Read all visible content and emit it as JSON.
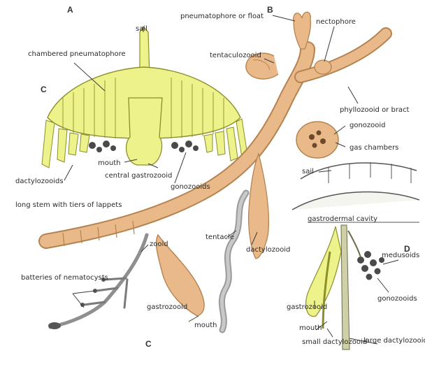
{
  "colors": {
    "tan_fill": "#e9b98a",
    "tan_stroke": "#b4834f",
    "yellow_fill": "#eef28a",
    "yellow_stroke": "#8a8f2a",
    "ink": "#3a3a3a",
    "dark_stalk": "#8f8f8f"
  },
  "panels": {
    "a": "A",
    "b": "B",
    "c_upper": "C",
    "c_lower": "C",
    "d": "D"
  },
  "labels": {
    "sail_top": "sail",
    "chambered_pneumatophore": "chambered pneumatophore",
    "pneumatophore_float": "pneumatophore or float",
    "nectophore": "nectophore",
    "tentaculozooid": "tentaculozooid",
    "phyllozooid_bract": "phyllozooid or bract",
    "gonozooid_b": "gonozooid",
    "gas_chambers": "gas chambers",
    "sail_d": "sail",
    "dactylozooids_a": "dactylozooids",
    "mouth_a": "mouth",
    "central_gastrozooid": "central gastrozooid",
    "gonozooids_a": "gonozooids",
    "long_stem": "long stem with tiers of lappets",
    "gastrovascular_cavity": "gastrodermal cavity",
    "tentacle": "tentacle",
    "dactylozooid_b": "dactylozooid",
    "zooid_mid": "zooid",
    "batteries": "batteries of nematocysts",
    "gastrozooid_c": "gastrozooid",
    "mouth_c": "mouth",
    "medusoids": "medusoids",
    "gonozooids_d": "gonozooids",
    "gastrozooid_d": "gastrozooid",
    "mouth_d": "mouth",
    "small_dactylozooid": "small dactylozooid",
    "large_dactylozooid": "large dactylozooid"
  }
}
